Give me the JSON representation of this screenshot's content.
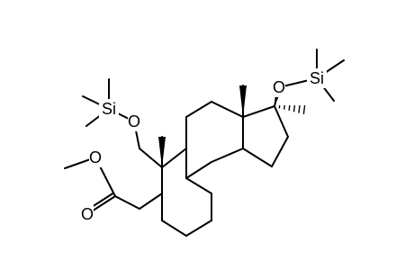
{
  "molecule": {
    "atoms": [
      {
        "id": "Si1",
        "label": "Si"
      },
      {
        "id": "O1",
        "label": "O"
      },
      {
        "id": "Si2",
        "label": "Si"
      },
      {
        "id": "O2",
        "label": "O"
      },
      {
        "id": "O3",
        "label": "O"
      },
      {
        "id": "O4",
        "label": "O"
      }
    ]
  }
}
